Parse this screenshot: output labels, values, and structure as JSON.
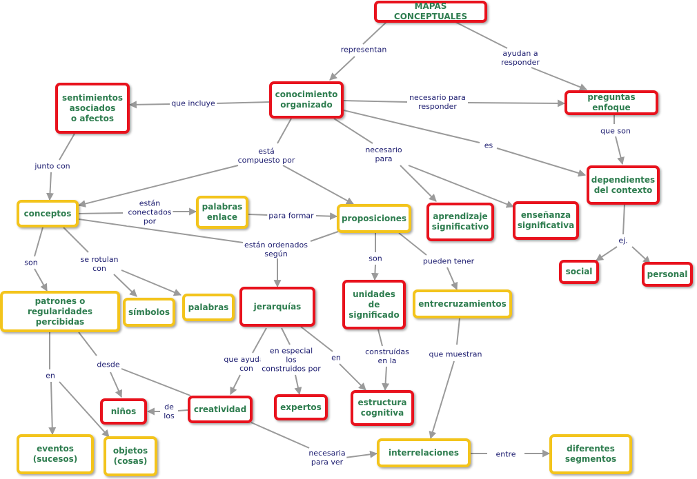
{
  "nodes": {
    "mapas": "MAPAS CONCEPTUALES",
    "conocimiento": "conocimiento\norganizado",
    "sentimientos": "sentimientos\nasociados\no afectos",
    "preguntas": "preguntas enfoque",
    "dependientes": "dependientes\ndel contexto",
    "conceptos": "conceptos",
    "palabras_enlace": "palabras\nenlace",
    "proposiciones": "proposiciones",
    "aprendizaje": "aprendizaje\nsignificativo",
    "ensenanza": "enseñanza\nsignificativa",
    "social": "social",
    "personal": "personal",
    "patrones": "patrones o regularidades\npercibidas",
    "simbolos": "símbolos",
    "palabras": "palabras",
    "jerarquias": "jerarquías",
    "unidades": "unidades\nde\nsignificado",
    "entrecruzamientos": "entrecruzamientos",
    "ninos": "niños",
    "creatividad": "creatividad",
    "expertos": "expertos",
    "estructura": "estructura\ncognitiva",
    "eventos": "eventos\n(sucesos)",
    "objetos": "objetos\n(cosas)",
    "interrelaciones": "interrelaciones",
    "diferentes": "diferentes\nsegmentos"
  },
  "links": {
    "representan": "representan",
    "ayudan_a_responder": "ayudan a\nresponder",
    "que_incluye": "que incluye",
    "necesario_para_responder": "necesario para\nresponder",
    "que_son": "que son",
    "esta_compuesto_por": "está\ncompuesto por",
    "necesario_para": "necesario\npara",
    "es": "es",
    "junto_con": "junto con",
    "estan_conectados_por": "están\nconectados\npor",
    "para_formar": "para formar",
    "estan_ordenados_segun": "están ordenados\nsegún",
    "ej": "ej.",
    "son_left": "son",
    "se_rotulan_con": "se rotulan\ncon",
    "son_mid": "son",
    "pueden_tener": "pueden tener",
    "que_ayudan_con": "que ayudan\ncon",
    "en_especial": "en especial\nlos\nconstruidos por",
    "en_mid": "en",
    "construidas_en_la": "construídas\nen la",
    "que_muestran": "que muestran",
    "desde": "desde",
    "en_left": "en",
    "de_los": "de\nlos",
    "necesaria_para_ver": "necesaria\npara ver",
    "entre": "entre"
  },
  "colors": {
    "red_border": "#e8121d",
    "yellow_border": "#f3c41c",
    "node_text": "#2e7d4f",
    "link_text": "#1a1a6e",
    "connector": "#9a9a9a"
  }
}
